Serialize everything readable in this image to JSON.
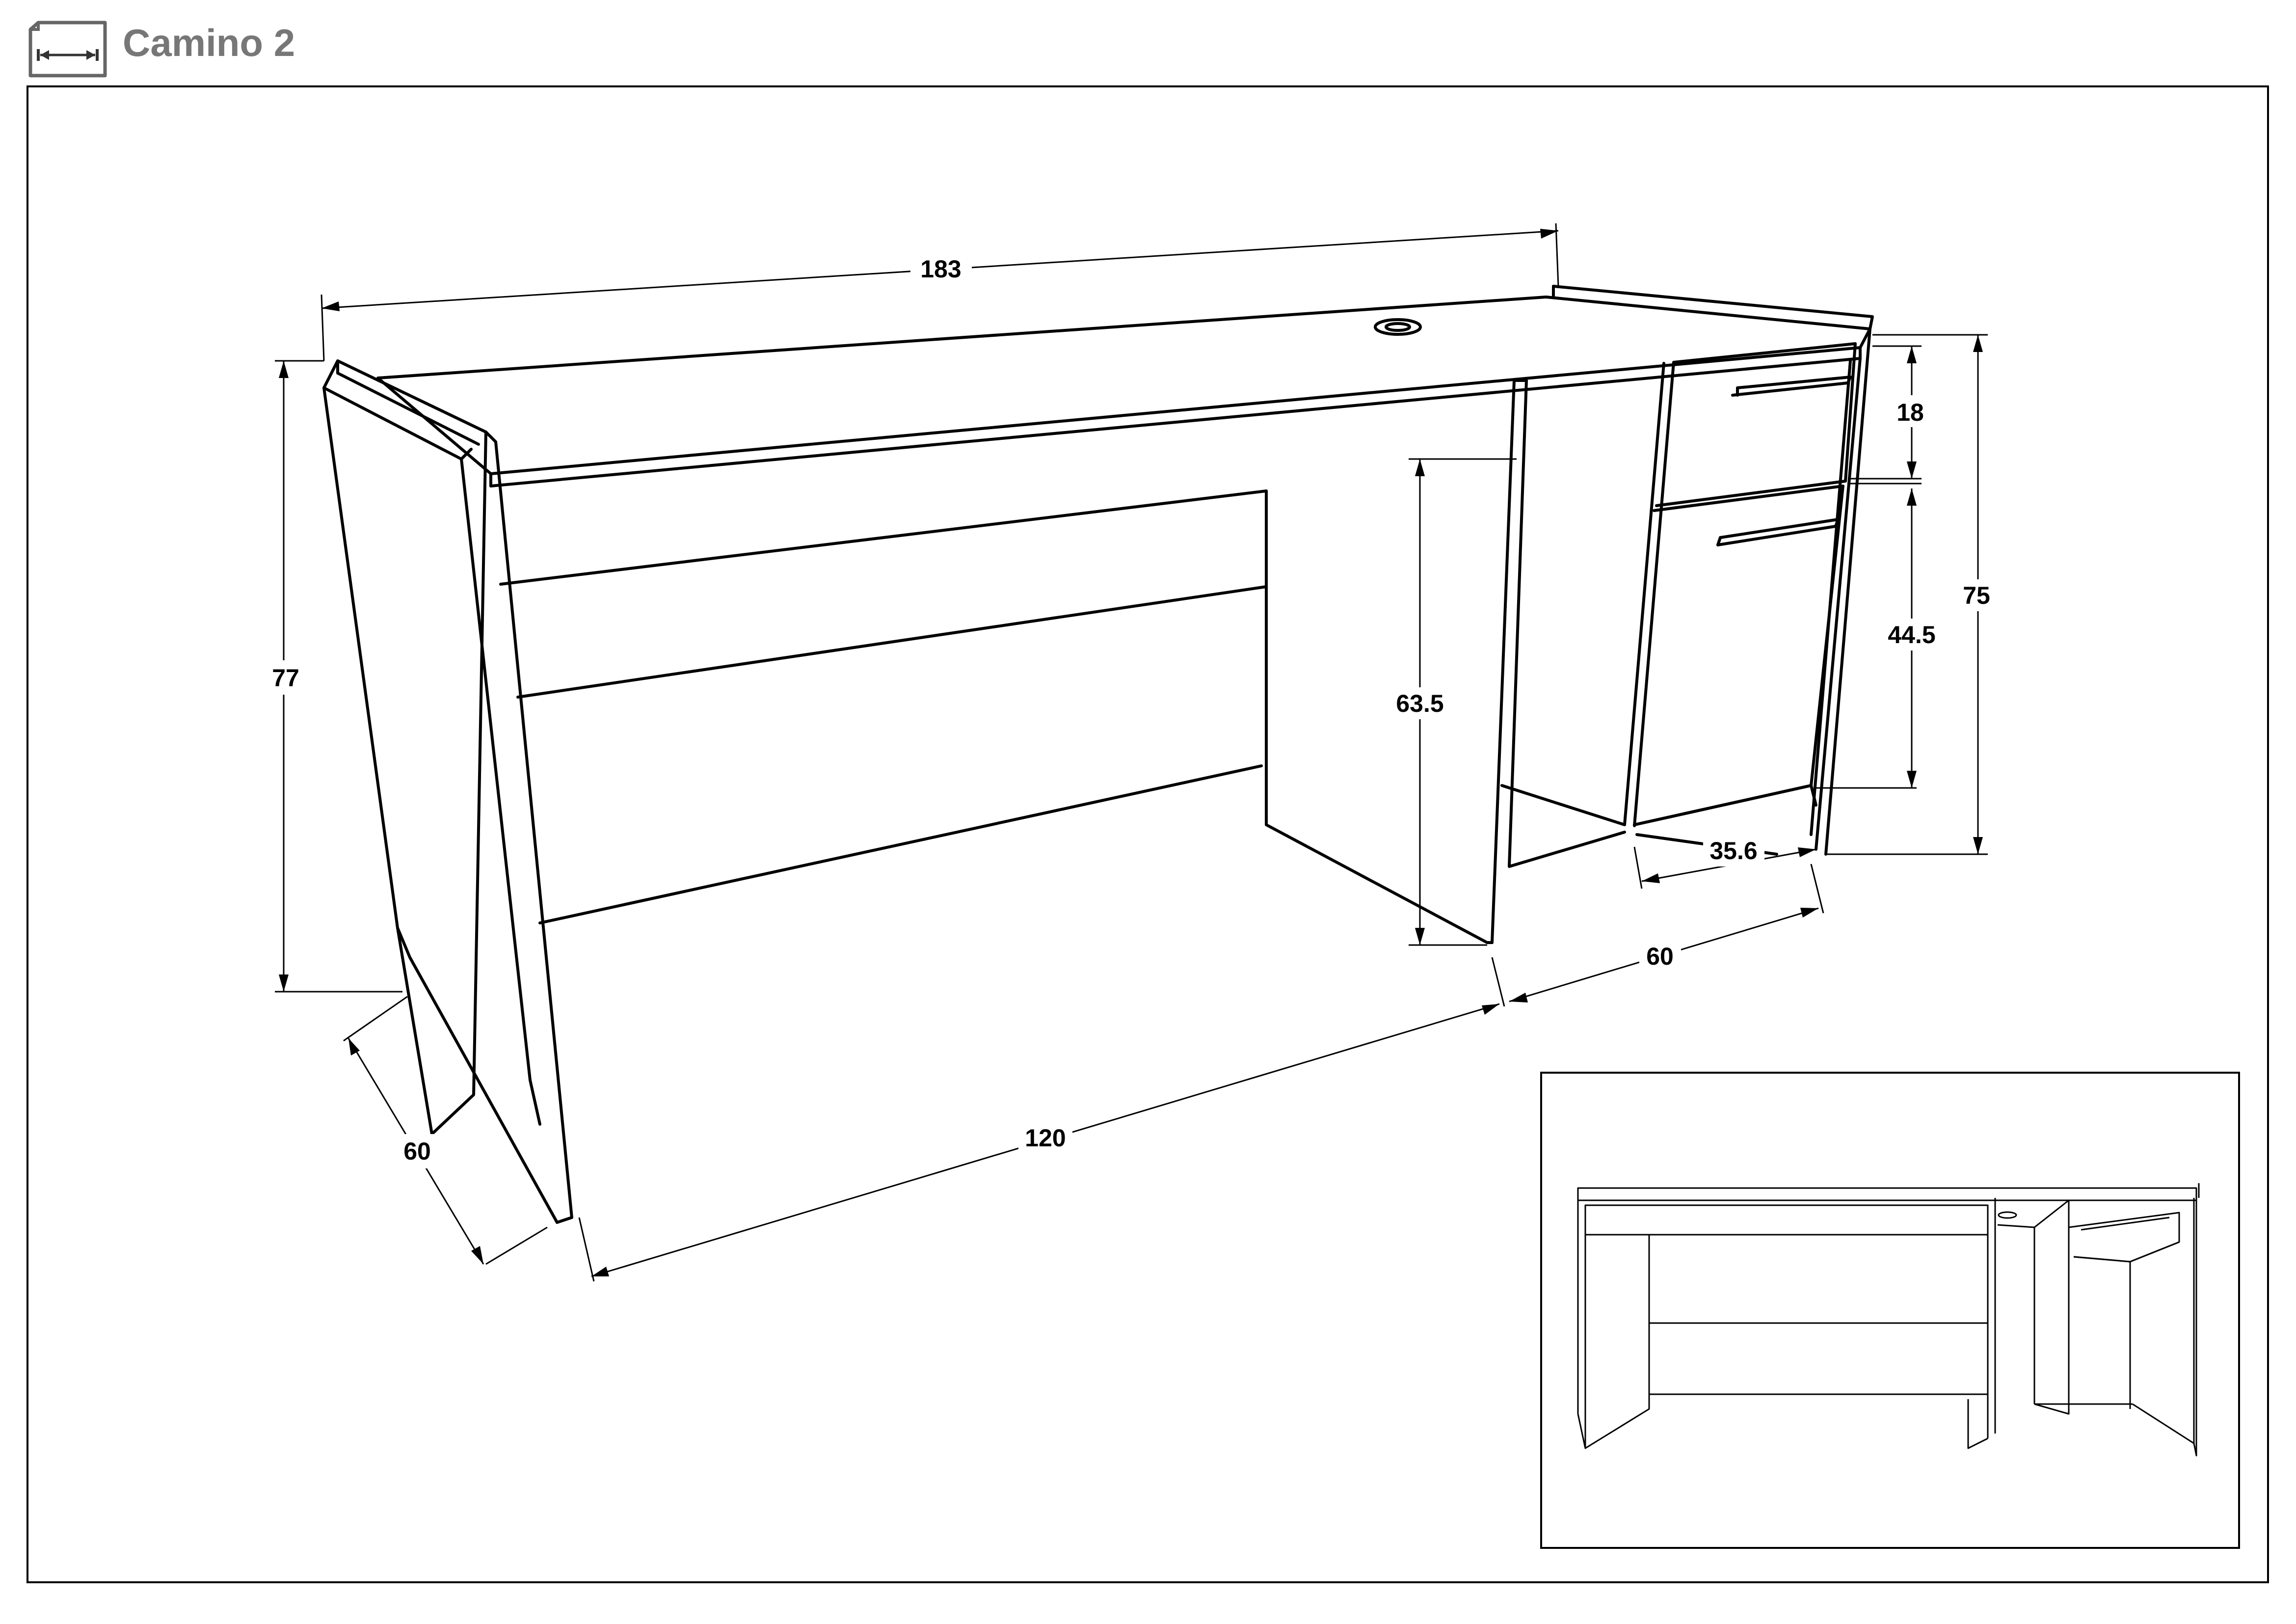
{
  "header": {
    "title": "Camino 2",
    "icon": "width-dimension-icon"
  },
  "dimensions": {
    "overall_width": "183",
    "left_height": "77",
    "left_depth": "60",
    "front_width": "120",
    "right_depth": "60",
    "inner_height": "63.5",
    "drawer_height": "18",
    "door_height": "44.5",
    "cabinet_height": "75",
    "cabinet_width": "35.6"
  },
  "colors": {
    "line": "#000000",
    "header_gray": "#777777",
    "frame": "#000000"
  }
}
